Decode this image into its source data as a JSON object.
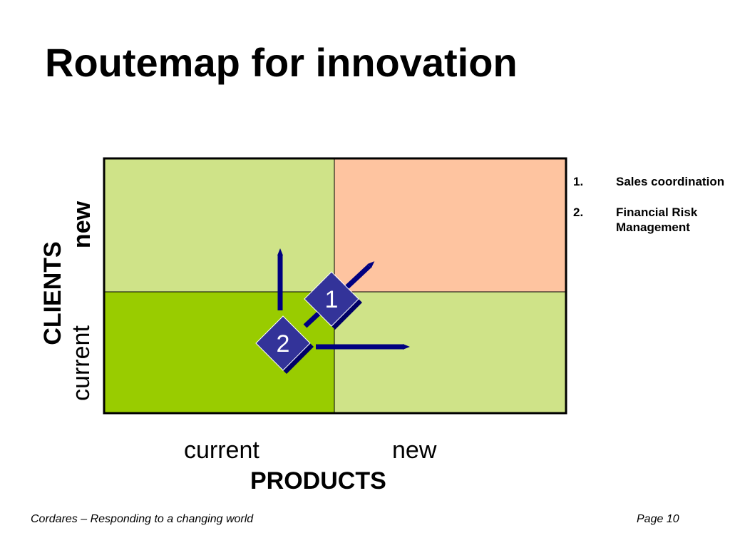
{
  "title": "Routemap for innovation",
  "colors": {
    "top_left": "#cfe388",
    "top_right": "#fec4a0",
    "bottom_left": "#99cc00",
    "bottom_right": "#cfe388",
    "arrow": "#000080",
    "marker_fill": "#333399",
    "marker_shadow": "#000066",
    "border": "#000000"
  },
  "axes": {
    "y_title": "CLIENTS",
    "y_labels": [
      "current",
      "new"
    ],
    "x_title": "PRODUCTS",
    "x_labels": [
      "current",
      "new"
    ]
  },
  "markers": [
    {
      "label": "1",
      "icon": "diamond-marker-icon"
    },
    {
      "label": "2",
      "icon": "diamond-marker-icon"
    }
  ],
  "legend": [
    {
      "num": "1.",
      "text": "Sales coordination"
    },
    {
      "num": "2.",
      "text": "Financial Risk Management"
    }
  ],
  "footer": {
    "left": "Cordares – Responding to a changing world",
    "right": "Page 10"
  }
}
